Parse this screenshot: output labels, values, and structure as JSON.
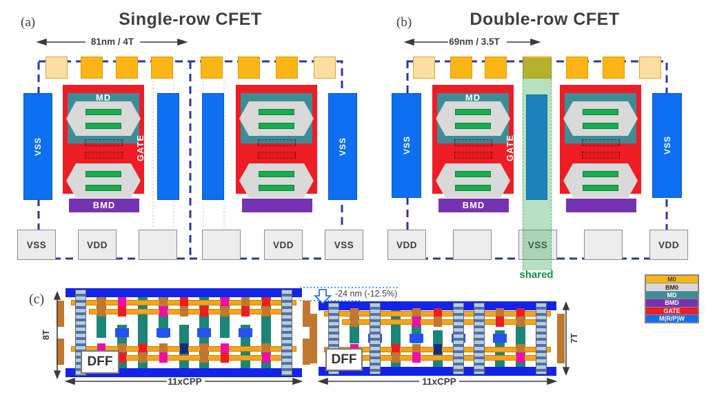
{
  "colors": {
    "m0": "#FBB515",
    "m0_light": "#FBDFA0",
    "m0_border": "#DE9A06",
    "bm0": "#D8D8D8",
    "md": "#3D8D97",
    "bmd": "#7633B1",
    "gate": "#EE1C25",
    "mrpw": "#0E6FF0",
    "green_bar": "#17AE4E",
    "hex_gray": "#D9D9D9",
    "border_navy": "#2E3799",
    "box_gray": "#ECECEC",
    "band_green": "rgba(52,168,83,0.35)",
    "shared_text": "#0C9148",
    "rail_blue": "#1324E8",
    "layout_teal": "#1D8577",
    "layout_orange": "#F7A41B",
    "layout_brown": "#C1772F",
    "layout_red": "#EC1C24",
    "layout_magenta": "#EE0DA8",
    "layout_navy": "#152B80",
    "layout_midblue": "#2451F2"
  },
  "panel_a": {
    "label": "(a)",
    "title": "Single-row CFET",
    "dimension": "81nm / 4T",
    "bar_labels": [
      "VSS",
      "",
      "",
      "VSS"
    ],
    "box_labels": [
      "VSS",
      "VDD",
      "",
      "",
      "VDD",
      "VSS"
    ],
    "cell_labels": {
      "md": "MD",
      "gate": "GATE",
      "bmd": "BMD"
    }
  },
  "panel_b": {
    "label": "(b)",
    "title": "Double-row CFET",
    "dimension": "69nm / 3.5T",
    "bar_labels": [
      "VSS",
      "",
      "VSS"
    ],
    "box_labels": [
      "VDD",
      "",
      "VSS",
      "",
      "VDD"
    ],
    "cell_labels": {
      "md": "MD",
      "gate": "GATE",
      "bmd": "BMD"
    },
    "shared_label": "shared"
  },
  "panel_c": {
    "label": "(c)",
    "left": {
      "height_label": "8T",
      "width_label": "11xCPP",
      "cell_name": "DFF"
    },
    "right": {
      "height_label": "7T",
      "width_label": "11xCPP",
      "cell_name": "DFF"
    },
    "annotation": "-24 nm (-12.5%)"
  },
  "legend": {
    "items": [
      {
        "label": "M0",
        "bg": "#FBB515",
        "fg": "#3b3b3b"
      },
      {
        "label": "BM0",
        "bg": "#D8D8D8",
        "fg": "#222222"
      },
      {
        "label": "MD",
        "bg": "#3D8D97",
        "fg": "#ffffff"
      },
      {
        "label": "BMD",
        "bg": "#7633B1",
        "fg": "#ffffff"
      },
      {
        "label": "GATE",
        "bg": "#EE1C25",
        "fg": "#ffffff"
      },
      {
        "label": "M(R/P)W",
        "bg": "#0E6FF0",
        "fg": "#ffffff"
      }
    ]
  }
}
